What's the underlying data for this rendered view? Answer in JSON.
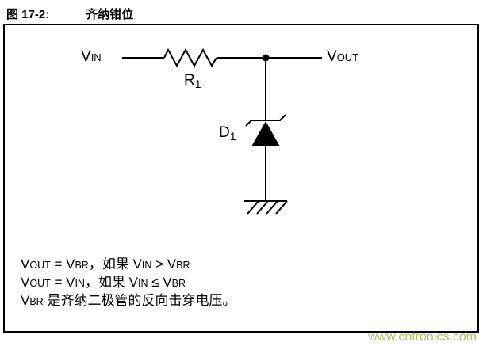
{
  "header": {
    "figure_label": "图 17-2:",
    "title": "齐纳钳位"
  },
  "circuit": {
    "vin": {
      "main": "V",
      "sub": "IN"
    },
    "vout": {
      "main": "V",
      "sub": "OUT"
    },
    "r1": {
      "main": "R",
      "sub": "1"
    },
    "d1": {
      "main": "D",
      "sub": "1"
    }
  },
  "equations": {
    "line1": [
      {
        "t": "V"
      },
      {
        "t": "OUT",
        "s": true
      },
      {
        "t": " = V"
      },
      {
        "t": "BR",
        "s": true
      },
      {
        "t": "，如果 V"
      },
      {
        "t": "IN",
        "s": true
      },
      {
        "t": " > V"
      },
      {
        "t": "BR",
        "s": true
      }
    ],
    "line2": [
      {
        "t": "V"
      },
      {
        "t": "OUT",
        "s": true
      },
      {
        "t": " = V"
      },
      {
        "t": "IN",
        "s": true
      },
      {
        "t": "，如果 V"
      },
      {
        "t": "IN",
        "s": true
      },
      {
        "t": " ≤ V"
      },
      {
        "t": "BR",
        "s": true
      }
    ],
    "line3": [
      {
        "t": "V"
      },
      {
        "t": "BR",
        "s": true
      },
      {
        "t": " 是齐纳二极管的反向击穿电压。"
      }
    ]
  },
  "watermark": {
    "text": "www.cntronics.com",
    "style": "color:#a5c763"
  }
}
